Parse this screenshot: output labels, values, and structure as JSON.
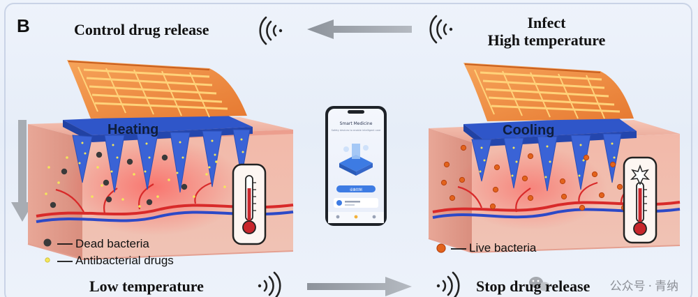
{
  "panel_letter": "B",
  "top_left_label": "Control drug release",
  "top_right_label_line1": "Infect",
  "top_right_label_line2": "High temperature",
  "left_patch_label": "Heating",
  "right_patch_label": "Cooling",
  "bottom_left_label": "Low temperature",
  "bottom_right_label": "Stop drug release",
  "legend": {
    "dead_bacteria": "Dead bacteria",
    "antibacterial_drugs": "Antibacterial drugs",
    "live_bacteria": "Live bacteria"
  },
  "phone": {
    "title": "Smart Medicine",
    "subtitle": "Safety devices to enable intelligent care",
    "button_label": "设备控制"
  },
  "watermark": {
    "left": "公众号",
    "separator": "·",
    "right": "青纳"
  },
  "colors": {
    "skin": "#f0b3a6",
    "skin_dark": "#e69a8c",
    "patch_blue": "#2f56c9",
    "heater_orange": "#f08a3e",
    "heater_gold": "#ffd27a",
    "vessel_red": "#d82a2a",
    "vessel_blue": "#2c49c7",
    "arrow_gray": "#9aa0a8",
    "drug_yellow": "#f4e65a",
    "dead_bacteria": "#3a3a3a",
    "live_bacteria": "#e2631c"
  },
  "icons": [
    "wireless-signal-icon",
    "thermometer-icon",
    "alert-burst-icon",
    "wechat-icon",
    "smartphone-icon"
  ]
}
